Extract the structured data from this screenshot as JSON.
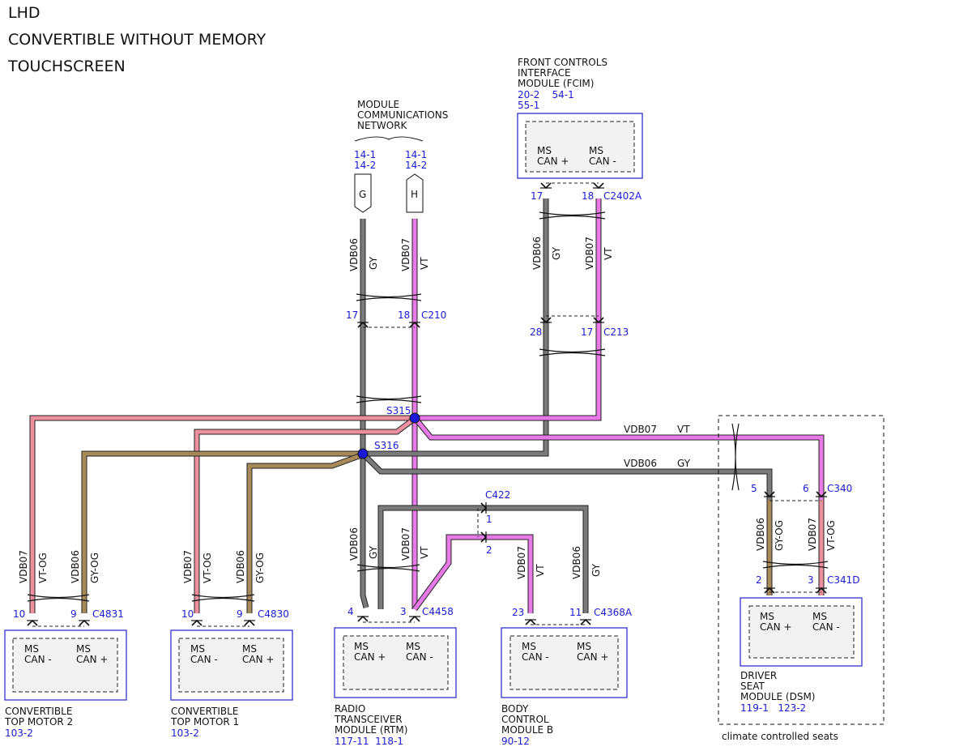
{
  "header": {
    "line1": "LHD",
    "line2": "CONVERTIBLE WITHOUT MEMORY",
    "line3": "TOUCHSCREEN"
  },
  "colors": {
    "gray": "#7a7a7a",
    "violet": "#e77ae7",
    "violet_orange": "#ec8f9f",
    "gray_orange": "#a88a5a",
    "module_border": "#3333cc",
    "ref_blue": "#1a1ad6"
  },
  "network": {
    "name_lines": [
      "MODULE",
      "COMMUNICATIONS",
      "NETWORK"
    ],
    "g": {
      "letter": "G",
      "refs": [
        "14-1",
        "14-2"
      ]
    },
    "h": {
      "letter": "H",
      "refs": [
        "14-1",
        "14-2"
      ]
    }
  },
  "fcim": {
    "name_lines": [
      "FRONT CONTROLS",
      "INTERFACE",
      "MODULE (FCIM)"
    ],
    "refs_line1": "20-2    54-1",
    "refs_line2": "55-1",
    "pin_a": {
      "line1": "MS",
      "line2": "CAN +"
    },
    "pin_b": {
      "line1": "MS",
      "line2": "CAN -"
    },
    "pin_a_num": "17",
    "pin_b_num": "18",
    "connector": "C2402A"
  },
  "splices": {
    "s315": "S315",
    "s316": "S316"
  },
  "connectors": {
    "c210": {
      "name": "C210",
      "pin_a": "17",
      "pin_b": "18"
    },
    "c213": {
      "name": "C213",
      "pin_a": "28",
      "pin_b": "17"
    },
    "c422": {
      "name": "C422",
      "pin_1": "1",
      "pin_2": "2"
    },
    "c340": {
      "name": "C340",
      "pin_a": "5",
      "pin_b": "6"
    },
    "c341d": {
      "name": "C341D",
      "pin_a": "2",
      "pin_b": "3"
    }
  },
  "wires": {
    "vdb06": "VDB06",
    "vdb07": "VDB07",
    "gy": "GY",
    "vt": "VT",
    "vt_og": "VT-OG",
    "gy_og": "GY-OG"
  },
  "modules": {
    "ctm2": {
      "name_lines": [
        "CONVERTIBLE",
        "TOP MOTOR 2"
      ],
      "ref": "103-2",
      "connector": "C4831",
      "pin_a_num": "10",
      "pin_b_num": "9",
      "pin_a": {
        "line1": "MS",
        "line2": "CAN -"
      },
      "pin_b": {
        "line1": "MS",
        "line2": "CAN +"
      }
    },
    "ctm1": {
      "name_lines": [
        "CONVERTIBLE",
        "TOP MOTOR 1"
      ],
      "ref": "103-2",
      "connector": "C4830",
      "pin_a_num": "10",
      "pin_b_num": "9",
      "pin_a": {
        "line1": "MS",
        "line2": "CAN -"
      },
      "pin_b": {
        "line1": "MS",
        "line2": "CAN +"
      }
    },
    "rtm": {
      "name_lines": [
        "RADIO",
        "TRANSCEIVER",
        "MODULE (RTM)"
      ],
      "ref": "117-11  118-1",
      "connector": "C4458",
      "pin_a_num": "4",
      "pin_b_num": "3",
      "pin_a": {
        "line1": "MS",
        "line2": "CAN +"
      },
      "pin_b": {
        "line1": "MS",
        "line2": "CAN -"
      }
    },
    "bcmb": {
      "name_lines": [
        "BODY",
        "CONTROL",
        "MODULE B"
      ],
      "ref": "90-12",
      "connector": "C4368A",
      "pin_a_num": "23",
      "pin_b_num": "11",
      "pin_a": {
        "line1": "MS",
        "line2": "CAN -"
      },
      "pin_b": {
        "line1": "MS",
        "line2": "CAN +"
      }
    },
    "dsm": {
      "name_lines": [
        "DRIVER",
        "SEAT",
        "MODULE (DSM)"
      ],
      "ref": "119-1   123-2",
      "pin_a": {
        "line1": "MS",
        "line2": "CAN +"
      },
      "pin_b": {
        "line1": "MS",
        "line2": "CAN -"
      }
    }
  },
  "option_box_label": "climate controlled seats"
}
